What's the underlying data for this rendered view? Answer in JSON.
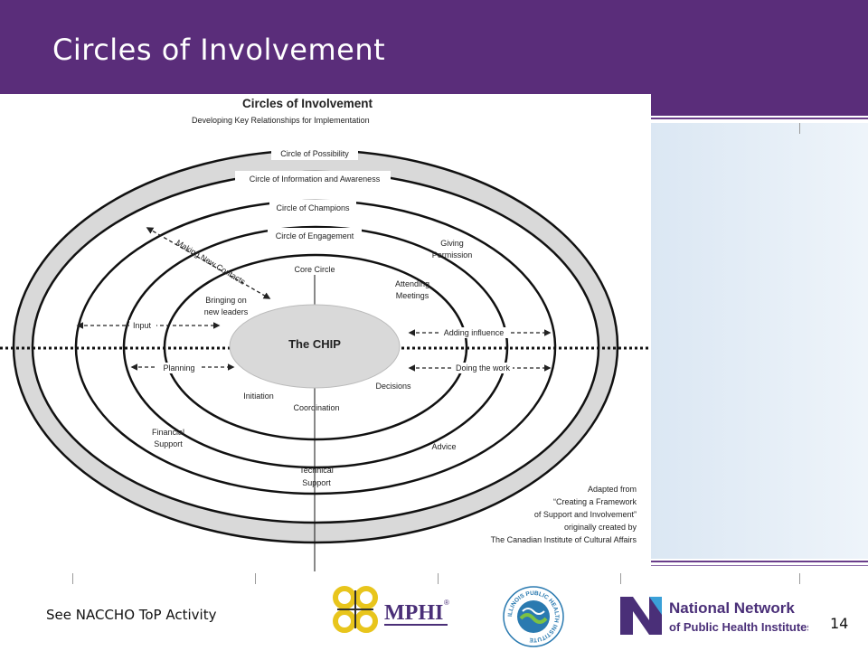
{
  "slide": {
    "title": "Circles of Involvement",
    "footer_note": "See NACCHO ToP Activity",
    "slide_number": "14",
    "colors": {
      "banner": "#5a2d7a",
      "panel": "#dbe7f3",
      "ring": "#d9d9d9",
      "center": "#d9d9d9"
    }
  },
  "diagram": {
    "title": "Circles of Involvement",
    "subtitle": "Developing Key Relationships for Implementation",
    "center_label": "The CHIP",
    "circles": [
      "Circle of Possibility",
      "Circle of Information and Awareness",
      "Circle of Champions",
      "Circle of Engagement",
      "Core Circle"
    ],
    "labels": {
      "giving_permission_1": "Giving",
      "giving_permission_2": "Permission",
      "making_new_contacts": "Making New Contacts",
      "attending_meetings_1": "Attending",
      "attending_meetings_2": "Meetings",
      "bringing_leaders_1": "Bringing on",
      "bringing_leaders_2": "new leaders",
      "input": "Input",
      "adding_influence": "Adding influence",
      "planning": "Planning",
      "doing_the_work": "Doing the work",
      "decisions": "Decisions",
      "initiation": "Initiation",
      "coordination": "Coordination",
      "financial_support_1": "Financial",
      "financial_support_2": "Support",
      "advice": "Advice",
      "technical_support_1": "Technical",
      "technical_support_2": "Support"
    },
    "attribution": [
      "Adapted from",
      "“Creating a Framework",
      "of Support and Involvement”",
      "originally created by",
      "The Canadian Institute of Cultural Affairs"
    ]
  },
  "logos": {
    "mphi": {
      "text": "MPHI",
      "mark": "®"
    },
    "iphi": {
      "text": "ILLINOIS PUBLIC HEALTH INSTITUTE"
    },
    "nnphi": {
      "line1": "National Network",
      "line2": "of Public Health Institutes"
    }
  }
}
